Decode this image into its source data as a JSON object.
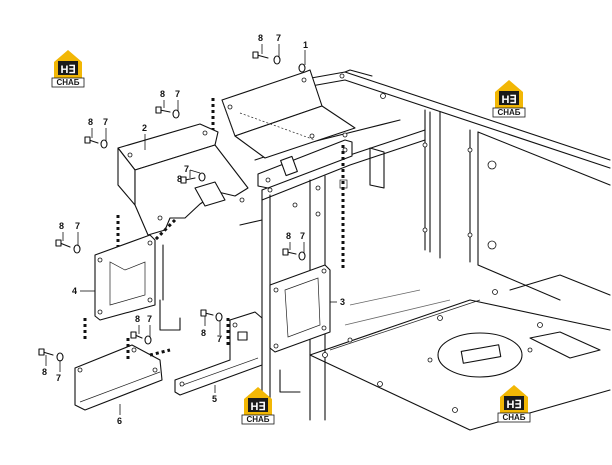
{
  "callouts": {
    "p1": "1",
    "p2": "2",
    "p3": "3",
    "p4": "4",
    "p5": "5",
    "p6": "6",
    "b8": "8",
    "b7": "7"
  },
  "watermark": {
    "mark": "H∃",
    "sub": "СНАБ",
    "color": "#f2b705"
  }
}
